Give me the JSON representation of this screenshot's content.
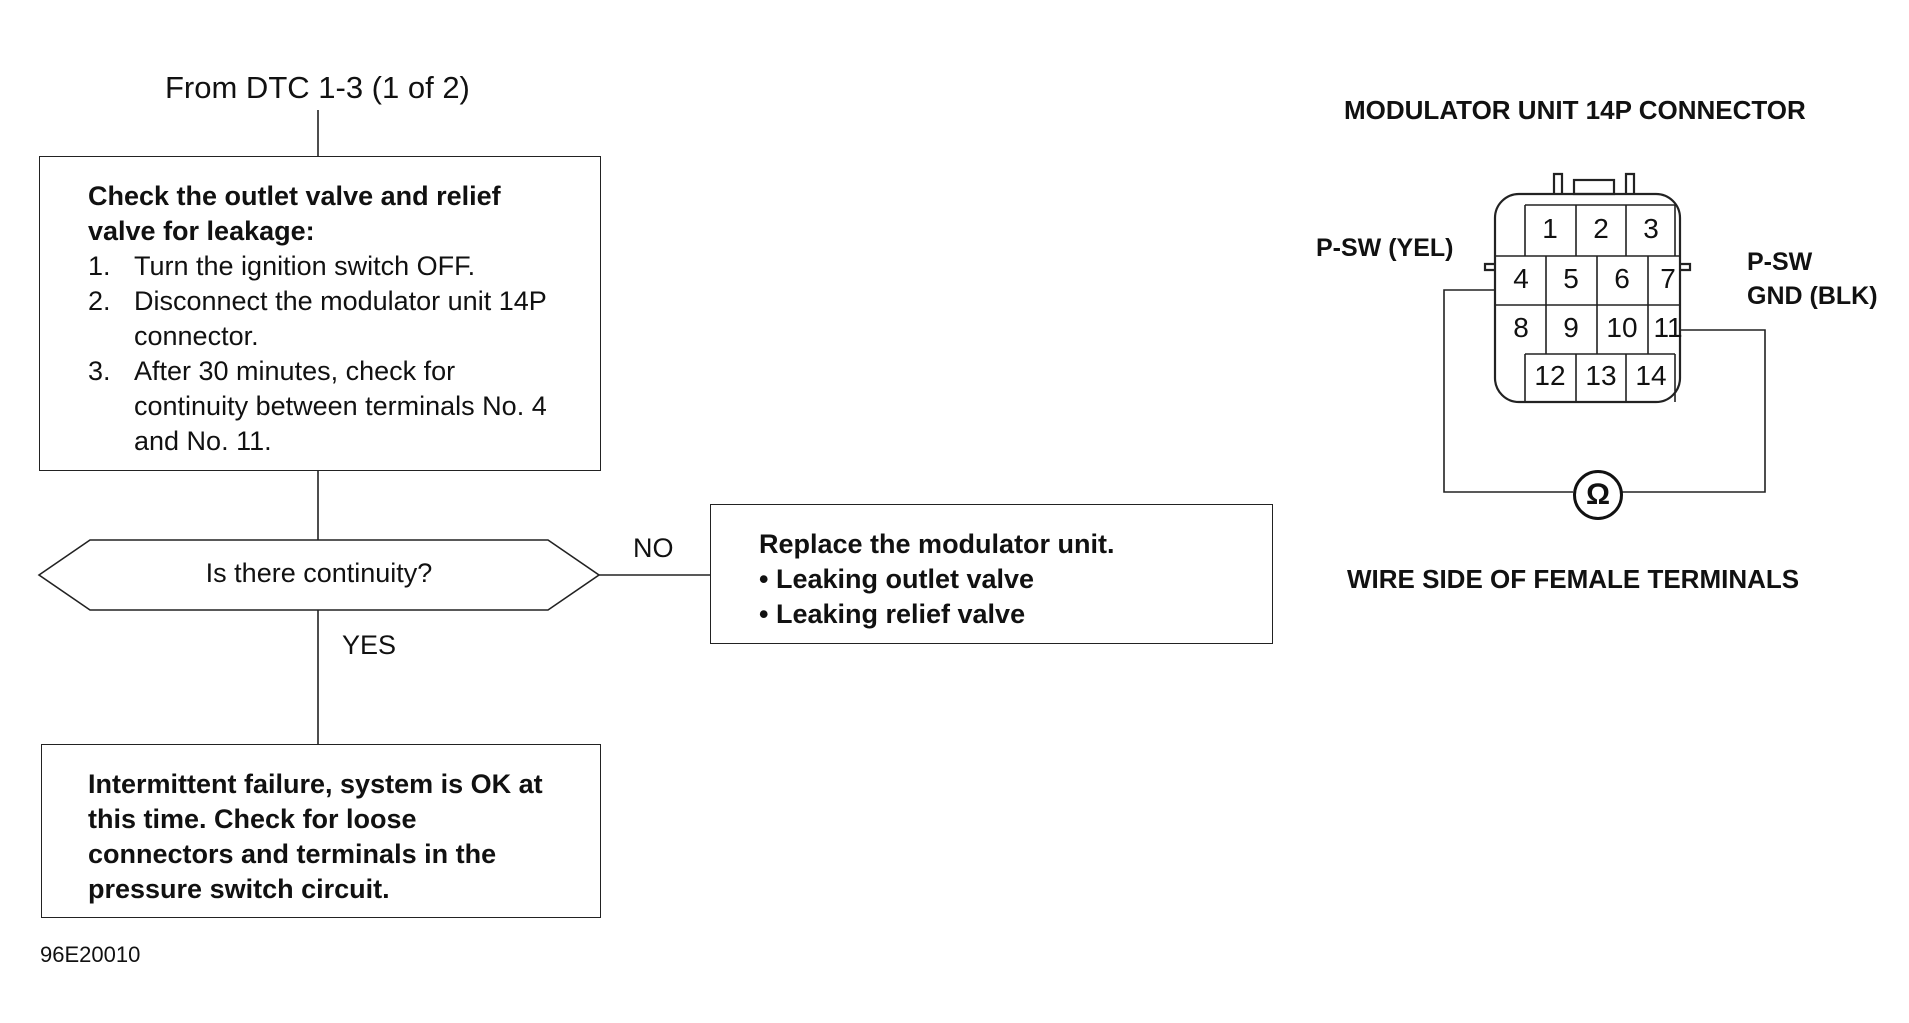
{
  "flowchart": {
    "start_label": "From DTC 1-3 (1 of 2)",
    "check_box": {
      "heading": "Check the outlet valve and relief valve for leakage:",
      "steps": [
        {
          "num": "1.",
          "text": "Turn the ignition switch OFF."
        },
        {
          "num": "2.",
          "text": "Disconnect the modulator unit 14P connector."
        },
        {
          "num": "3.",
          "text": "After 30 minutes, check for continuity between terminals No. 4 and No. 11."
        }
      ]
    },
    "decision": "Is there continuity?",
    "no_label": "NO",
    "yes_label": "YES",
    "replace_box": {
      "title": "Replace the modulator unit.",
      "items": [
        "• Leaking outlet valve",
        "• Leaking relief valve"
      ]
    },
    "result_box": "Intermittent failure, system is OK at this time. Check for loose connectors and terminals in the pressure switch circuit."
  },
  "connector": {
    "title": "MODULATOR UNIT 14P CONNECTOR",
    "left_pin_label": "P-SW (YEL)",
    "right_pin_label_line1": "P-SW",
    "right_pin_label_line2": "GND (BLK)",
    "pins": [
      "1",
      "2",
      "3",
      "4",
      "5",
      "6",
      "7",
      "8",
      "9",
      "10",
      "11",
      "12",
      "13",
      "14"
    ],
    "meter_symbol": "Ω",
    "caption": "WIRE SIDE OF FEMALE TERMINALS"
  },
  "figure_code": "96E20010"
}
